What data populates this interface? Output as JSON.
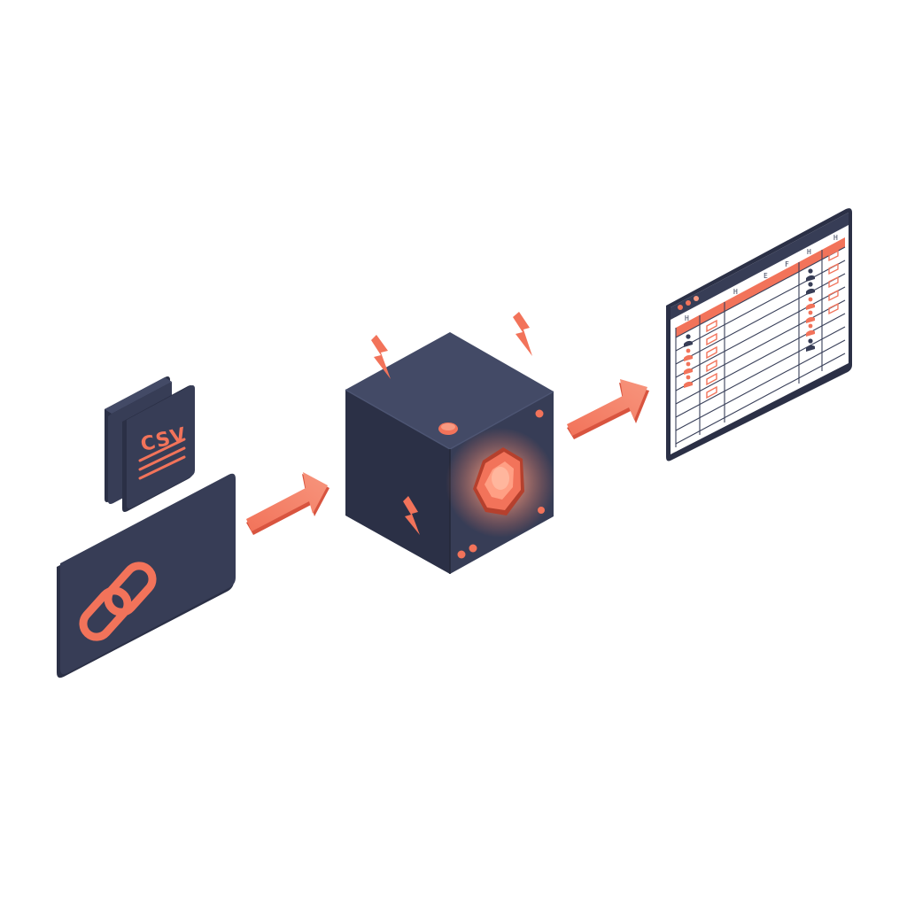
{
  "diagram": {
    "source": {
      "file_label": "CSV",
      "link_icon": "link-icon",
      "doc_icon": "document-icon"
    },
    "arrows": [
      "arrow-right-icon",
      "arrow-right-icon"
    ],
    "processor": {
      "icon": "processing-cube-icon",
      "spark_icon": "lightning-bolt-icon"
    },
    "output": {
      "icon": "spreadsheet-window-icon",
      "header_marks": [
        "H",
        "H",
        "E",
        "F",
        "H",
        "H"
      ],
      "user_icon": "user-icon"
    },
    "colors": {
      "dark": "#373d56",
      "dark_side": "#2b3046",
      "dark_top": "#434a66",
      "accent": "#f2735a",
      "accent_light": "#f89a82",
      "glow": "#ffb49a",
      "grid": "#39405a",
      "background": "#ffffff"
    }
  }
}
